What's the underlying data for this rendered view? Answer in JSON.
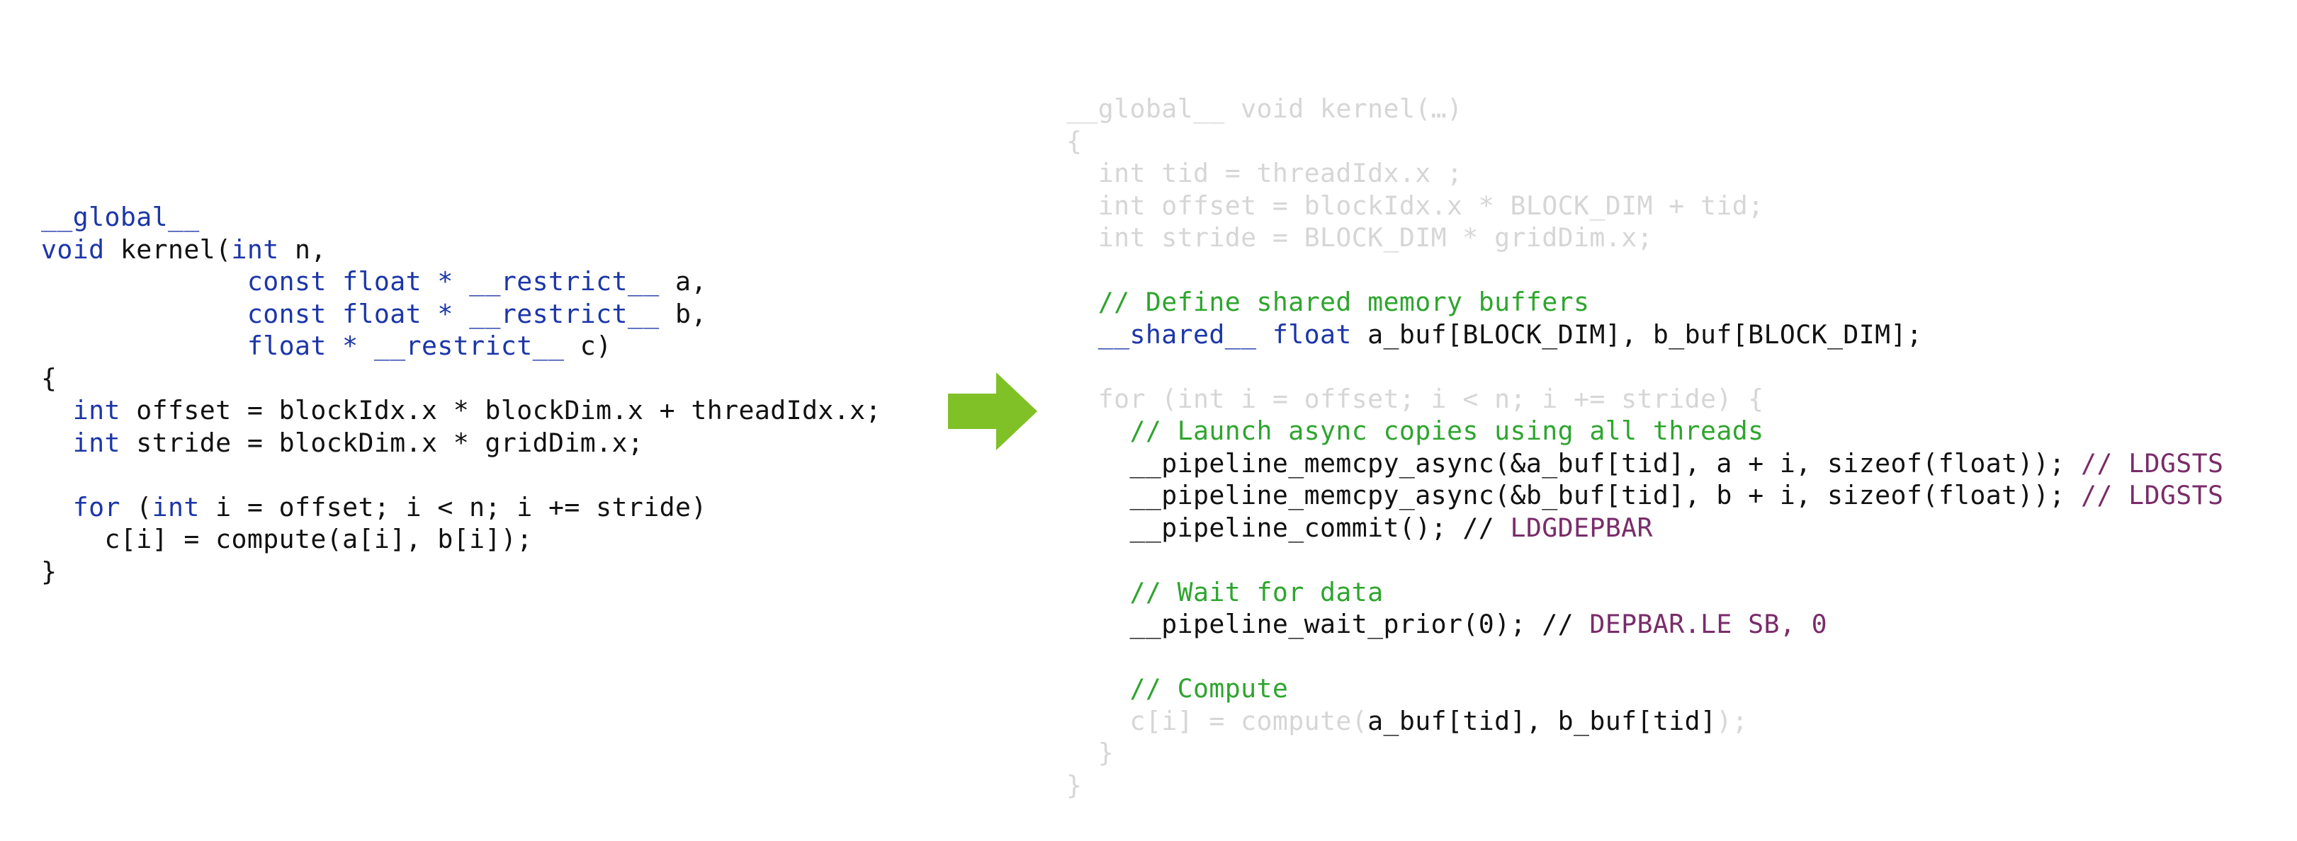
{
  "left_code": {
    "lines": [
      {
        "name": "global-qualifier-line",
        "segments": [
          {
            "text": "__global__",
            "cls": "kw"
          }
        ]
      },
      {
        "name": "kernel-signature-line",
        "segments": [
          {
            "text": "void",
            "cls": "kw"
          },
          {
            "text": " kernel(",
            "cls": "plain"
          },
          {
            "text": "int",
            "cls": "kw"
          },
          {
            "text": " n,",
            "cls": "plain"
          }
        ]
      },
      {
        "name": "param-a-line",
        "segments": [
          {
            "text": "             const float * __restrict__",
            "cls": "kw"
          },
          {
            "text": " a,",
            "cls": "plain"
          }
        ]
      },
      {
        "name": "param-b-line",
        "segments": [
          {
            "text": "             const float * __restrict__",
            "cls": "kw"
          },
          {
            "text": " b,",
            "cls": "plain"
          }
        ]
      },
      {
        "name": "param-c-line",
        "segments": [
          {
            "text": "             float * __restrict__",
            "cls": "kw"
          },
          {
            "text": " c)",
            "cls": "plain"
          }
        ]
      },
      {
        "name": "open-brace-line",
        "segments": [
          {
            "text": "{",
            "cls": "plain"
          }
        ]
      },
      {
        "name": "offset-line",
        "segments": [
          {
            "text": "  ",
            "cls": "plain"
          },
          {
            "text": "int",
            "cls": "kw"
          },
          {
            "text": " offset = blockIdx.x * blockDim.x + threadIdx.x;",
            "cls": "plain"
          }
        ]
      },
      {
        "name": "stride-line",
        "segments": [
          {
            "text": "  ",
            "cls": "plain"
          },
          {
            "text": "int",
            "cls": "kw"
          },
          {
            "text": " stride = blockDim.x * gridDim.x;",
            "cls": "plain"
          }
        ]
      },
      {
        "name": "blank-line",
        "segments": [
          {
            "text": " ",
            "cls": "plain"
          }
        ]
      },
      {
        "name": "for-loop-line",
        "segments": [
          {
            "text": "  ",
            "cls": "plain"
          },
          {
            "text": "for",
            "cls": "kw"
          },
          {
            "text": " (",
            "cls": "plain"
          },
          {
            "text": "int",
            "cls": "kw"
          },
          {
            "text": " i = offset; i < n; i += stride)",
            "cls": "plain"
          }
        ]
      },
      {
        "name": "compute-line",
        "segments": [
          {
            "text": "    c[i] = compute(a[i], b[i]);",
            "cls": "plain"
          }
        ]
      },
      {
        "name": "close-brace-line",
        "segments": [
          {
            "text": "}",
            "cls": "plain"
          }
        ]
      }
    ]
  },
  "arrow": {
    "color": "#7fc127",
    "icon": "right-arrow-icon"
  },
  "right_code": {
    "lines": [
      {
        "name": "kernel-signature-line",
        "segments": [
          {
            "text": "__global__ void kernel(…)",
            "cls": "faded"
          }
        ]
      },
      {
        "name": "open-brace-line",
        "segments": [
          {
            "text": "{",
            "cls": "faded"
          }
        ]
      },
      {
        "name": "tid-line",
        "segments": [
          {
            "text": "  int tid = threadIdx.x ;",
            "cls": "faded"
          }
        ]
      },
      {
        "name": "offset-line",
        "segments": [
          {
            "text": "  int offset = blockIdx.x * BLOCK_DIM + tid;",
            "cls": "faded"
          }
        ]
      },
      {
        "name": "stride-line",
        "segments": [
          {
            "text": "  int stride = BLOCK_DIM * gridDim.x;",
            "cls": "faded"
          }
        ]
      },
      {
        "name": "blank-line-1",
        "segments": [
          {
            "text": " ",
            "cls": "plain"
          }
        ]
      },
      {
        "name": "shared-comment-line",
        "segments": [
          {
            "text": "  // Define shared memory buffers",
            "cls": "cm"
          }
        ]
      },
      {
        "name": "shared-decl-line",
        "segments": [
          {
            "text": "  ",
            "cls": "plain"
          },
          {
            "text": "__shared__ float",
            "cls": "kw"
          },
          {
            "text": " a_buf[BLOCK_DIM], b_buf[BLOCK_DIM];",
            "cls": "plain"
          }
        ]
      },
      {
        "name": "blank-line-2",
        "segments": [
          {
            "text": " ",
            "cls": "plain"
          }
        ]
      },
      {
        "name": "for-loop-line",
        "segments": [
          {
            "text": "  for (int i = offset; i < n; i += stride) {",
            "cls": "faded"
          }
        ]
      },
      {
        "name": "async-comment-line",
        "segments": [
          {
            "text": "    // Launch async copies using all threads",
            "cls": "cm"
          }
        ]
      },
      {
        "name": "memcpy-a-line",
        "segments": [
          {
            "text": "    __pipeline_memcpy_async(&a_buf[tid], a + i, sizeof(float)); ",
            "cls": "plain"
          },
          {
            "text": "// LDGSTS",
            "cls": "asm"
          }
        ]
      },
      {
        "name": "memcpy-b-line",
        "segments": [
          {
            "text": "    __pipeline_memcpy_async(&b_buf[tid], b + i, sizeof(float)); ",
            "cls": "plain"
          },
          {
            "text": "// LDGSTS",
            "cls": "asm"
          }
        ]
      },
      {
        "name": "commit-line",
        "segments": [
          {
            "text": "    __pipeline_commit(); // ",
            "cls": "plain"
          },
          {
            "text": "LDGDEPBAR",
            "cls": "asm"
          }
        ]
      },
      {
        "name": "blank-line-3",
        "segments": [
          {
            "text": " ",
            "cls": "plain"
          }
        ]
      },
      {
        "name": "wait-comment-line",
        "segments": [
          {
            "text": "    // Wait for data",
            "cls": "cm"
          }
        ]
      },
      {
        "name": "wait-prior-line",
        "segments": [
          {
            "text": "    __pipeline_wait_prior(0); // ",
            "cls": "plain"
          },
          {
            "text": "DEPBAR.LE SB, 0",
            "cls": "asm"
          }
        ]
      },
      {
        "name": "blank-line-4",
        "segments": [
          {
            "text": " ",
            "cls": "plain"
          }
        ]
      },
      {
        "name": "compute-comment-line",
        "segments": [
          {
            "text": "    // Compute",
            "cls": "cm"
          }
        ]
      },
      {
        "name": "compute-line",
        "segments": [
          {
            "text": "    c[i] = compute(",
            "cls": "faded"
          },
          {
            "text": "a_buf[tid], b_buf[tid]",
            "cls": "plain"
          },
          {
            "text": ");",
            "cls": "faded"
          }
        ]
      },
      {
        "name": "inner-close-brace-line",
        "segments": [
          {
            "text": "  }",
            "cls": "faded"
          }
        ]
      },
      {
        "name": "close-brace-line",
        "segments": [
          {
            "text": "}",
            "cls": "faded"
          }
        ]
      }
    ]
  }
}
